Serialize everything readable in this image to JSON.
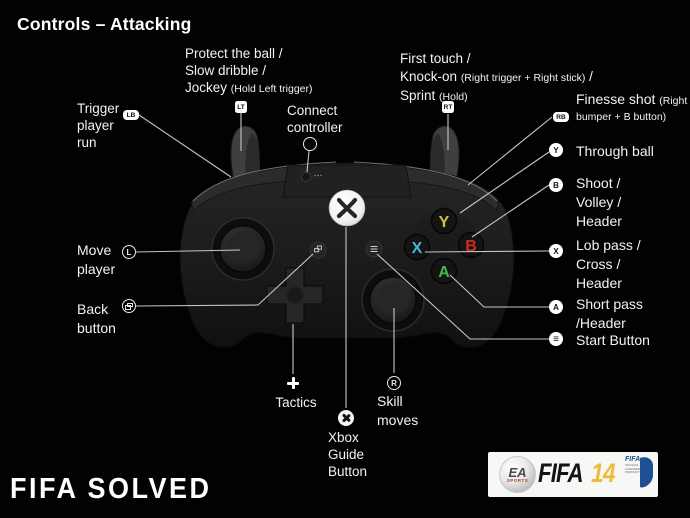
{
  "title": "Controls – Attacking",
  "labels": {
    "protect": {
      "l1": "Protect the ball /",
      "l2": "Slow dribble /",
      "l3": "Jockey",
      "l3s": "(Hold Left trigger)",
      "badge": "LT"
    },
    "trigger_run": {
      "l1": "Trigger",
      "l2": "player",
      "l3": "run",
      "badge": "LB"
    },
    "connect": {
      "l1": "Connect",
      "l2": "controller"
    },
    "first_touch": {
      "l1": "First touch /",
      "l2": "Knock-on",
      "l2s": "(Right trigger + Right stick)",
      "l2e": "/",
      "l3": "Sprint",
      "l3s": "(Hold)",
      "badge": "RT"
    },
    "finesse": {
      "l1": "Finesse shot",
      "l1s": "(Right",
      "l2s": "bumper + B button)",
      "badge": "RB"
    },
    "through": {
      "text": "Through ball",
      "badge": "Y"
    },
    "shoot": {
      "l1": "Shoot /",
      "l2": "Volley /",
      "l3": "Header",
      "badge": "B"
    },
    "lob": {
      "l1": "Lob pass /",
      "l2": "Cross /",
      "l3": "Header",
      "badge": "X"
    },
    "short": {
      "l1": "Short pass",
      "l2": "/Header",
      "badge": "A"
    },
    "start": {
      "text": "Start Button"
    },
    "move": {
      "l1": "Move",
      "l2": "player",
      "badge": "L"
    },
    "back": {
      "l1": "Back",
      "l2": "button"
    },
    "tactics": {
      "text": "Tactics"
    },
    "skill": {
      "l1": "Skill",
      "l2": "moves",
      "badge": "R"
    },
    "guide": {
      "l1": "Xbox",
      "l2": "Guide",
      "l3": "Button"
    }
  },
  "icons": {
    "menu_glyph": "≡"
  },
  "controller_buttons": {
    "y": "Y",
    "b": "B",
    "x": "X",
    "a": "A"
  },
  "button_colors": {
    "y": "#c9c33c",
    "b": "#cf2b1d",
    "x": "#49b7dc",
    "a": "#3fbb4a"
  },
  "footer": {
    "wordmark": "FIFA SOLVED"
  },
  "logo": {
    "ea": "EA",
    "sports": "SPORTS",
    "fifa": "FIFA",
    "num": "14",
    "badge_fifa": "FIFA",
    "badge_sub": "OFFICIAL LICENSED PRODUCT"
  }
}
